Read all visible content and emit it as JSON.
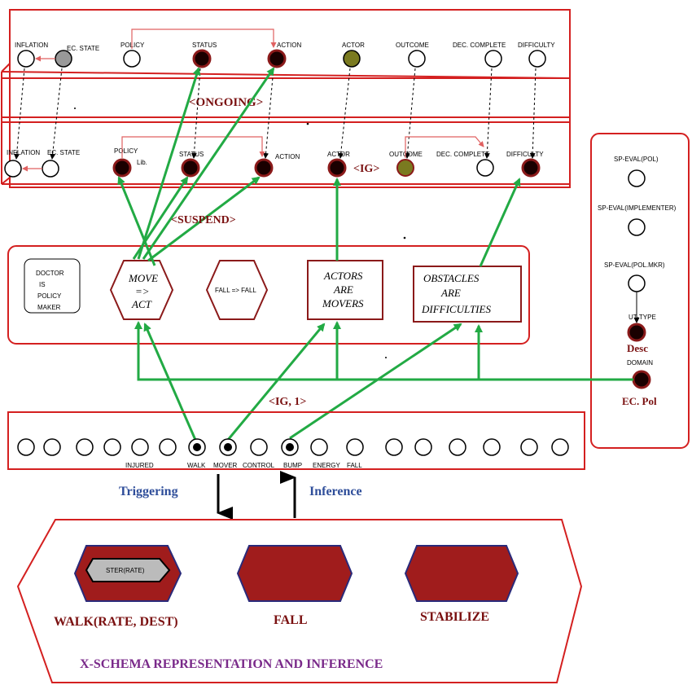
{
  "top_row_labels": [
    "INFLATION",
    "EC. STATE",
    "POLICY",
    "STATUS",
    "ACTION",
    "ACTOR",
    "OUTCOME",
    "DEC. COMPLETE",
    "DIFFICULTY"
  ],
  "mid_row_labels": [
    "INFLATION",
    "EC. STATE",
    "POLICY",
    "Lib.",
    "STATUS",
    "ACTION",
    "ACTOR",
    "OUTCOME",
    "DEC. COMPLETE",
    "DIFFICULTY"
  ],
  "ongoing": "<ONGOING>",
  "suspend": "<SUSPEND>",
  "ig": "<IG>",
  "ig1": "<IG, 1>",
  "map_panel": {
    "doctor_box": [
      "DOCTOR",
      "IS",
      "POLICY",
      "MAKER"
    ],
    "move_act": [
      "MOVE",
      "=>",
      "ACT"
    ],
    "fall_fall": "FALL => FALL",
    "actors_movers": [
      "ACTORS",
      "ARE",
      "MOVERS"
    ],
    "obstacles": [
      "OBSTACLES",
      "ARE",
      "DIFFICULTIES"
    ]
  },
  "right_panel": {
    "labels": [
      "SP-EVAL(POL)",
      "SP-EVAL(IMPLEMENTER)",
      "SP-EVAL(POL.MKR)",
      "UT-TYPE",
      "DOMAIN"
    ],
    "desc": "Desc",
    "ec_pol": "EC. Pol"
  },
  "feature_labels": [
    "INJURED",
    "WALK",
    "MOVER",
    "CONTROL",
    "BUMP",
    "ENERGY",
    "FALL"
  ],
  "triggering": "Triggering",
  "inference": "Inference",
  "xschema": {
    "ster_rate": "STER(RATE)",
    "walk": "WALK(RATE, DEST)",
    "fall": "FALL",
    "stabilize": "STABILIZE",
    "footer": "X-SCHEMA REPRESENTATION AND INFERENCE"
  },
  "colors": {
    "red": "#d42020",
    "green": "#22aa44",
    "maroon": "#8b1a1a",
    "olive": "#7a7a20"
  }
}
